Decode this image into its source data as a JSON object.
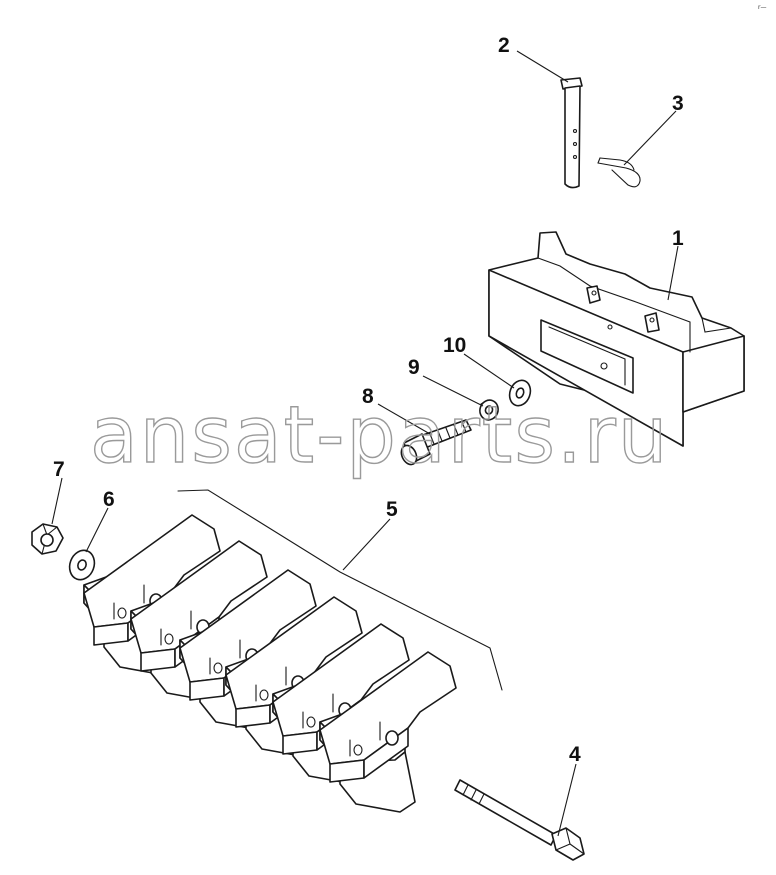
{
  "watermark": "ansat-parts.ru",
  "callouts": {
    "c1": "1",
    "c2": "2",
    "c3": "3",
    "c4": "4",
    "c5": "5",
    "c6": "6",
    "c7": "7",
    "c8": "8",
    "c9": "9",
    "c10": "10"
  },
  "parts": [
    {
      "number": "1",
      "icon": "weight-bracket-icon"
    },
    {
      "number": "2",
      "icon": "pin-icon"
    },
    {
      "number": "3",
      "icon": "hair-clip-icon"
    },
    {
      "number": "4",
      "icon": "long-bolt-icon"
    },
    {
      "number": "5",
      "icon": "weight-stack-icon"
    },
    {
      "number": "6",
      "icon": "washer-icon"
    },
    {
      "number": "7",
      "icon": "nut-icon"
    },
    {
      "number": "8",
      "icon": "bolt-icon"
    },
    {
      "number": "9",
      "icon": "lock-washer-icon"
    },
    {
      "number": "10",
      "icon": "washer-icon"
    }
  ]
}
